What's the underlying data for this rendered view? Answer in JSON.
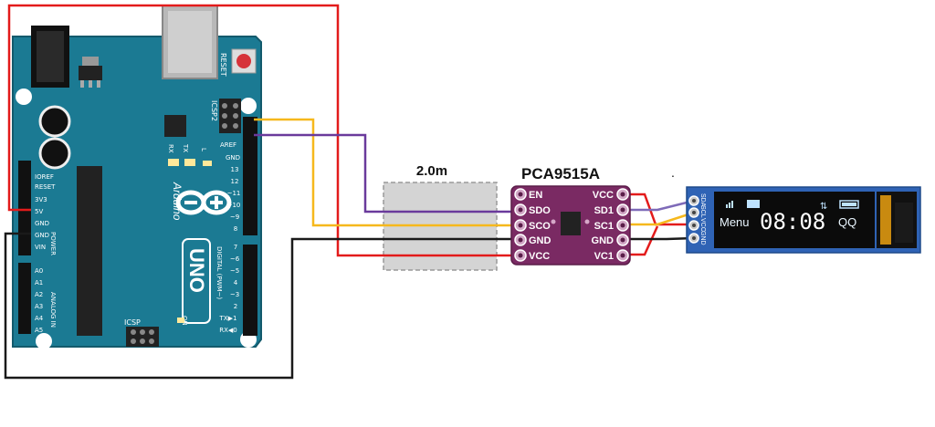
{
  "arduino": {
    "reset_label": "RESET",
    "icsp2_label": "ICSP2",
    "icsp_label": "ICSP",
    "aref": "AREF",
    "gnd": "GND",
    "d13": "13",
    "d12": "12",
    "d11": "~11",
    "d10": "~10",
    "d9": "~9",
    "d8": "8",
    "d7": "7",
    "d6": "~6",
    "d5": "~5",
    "d4": "4",
    "d3": "~3",
    "d2": "2",
    "tx1": "TX▶1",
    "rx0": "RX◀0",
    "digital_label": "DIGITAL (PWM~)",
    "tx": "TX",
    "rx": "RX",
    "l": "L",
    "on": "ON",
    "brand": "Arduino",
    "model": "UNO",
    "ioref": "IOREF",
    "reset_pin": "RESET",
    "v33": "3V3",
    "v5": "5V",
    "gnd1": "GND",
    "gnd2": "GND",
    "vin": "VIN",
    "power_label": "POWER",
    "a0": "A0",
    "a1": "A1",
    "a2": "A2",
    "a3": "A3",
    "a4": "A4",
    "a5": "A5",
    "analog_label": "ANALOG IN"
  },
  "cable": {
    "length_label": "2.0m"
  },
  "module": {
    "title": "PCA9515A",
    "left_pins": [
      "EN",
      "SDO",
      "SCO",
      "GND",
      "VCC"
    ],
    "right_pins": [
      "VCC",
      "SD1",
      "SC1",
      "GND",
      "VC1"
    ]
  },
  "oled": {
    "pins": [
      "SDA",
      "SCL",
      "VCC",
      "GND"
    ],
    "menu": "Menu",
    "time": "08:08",
    "qq": "QQ"
  },
  "colors": {
    "board": "#1b7a93",
    "module": "#7a2a63",
    "red_wire": "#e31b1b",
    "black_wire": "#1a1a1a",
    "yellow_wire": "#f6b81c",
    "purple_wire": "#6a3a9c",
    "oled_pcb": "#2f63b5"
  }
}
